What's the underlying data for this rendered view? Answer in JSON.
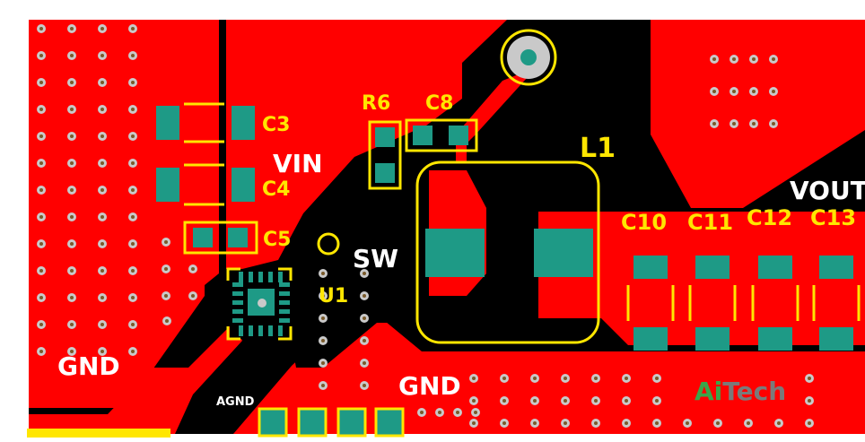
{
  "colors": {
    "copper": "#ff0000",
    "board": "#000000",
    "pad": "#1e9a86",
    "silkscreen": "#ffe600",
    "net_label": "#ffffff",
    "via_hole": "#c9c9c9",
    "watermark_green": "#3aa64a",
    "watermark_gray": "#7a7a7a"
  },
  "designators": {
    "c3": "C3",
    "c4": "C4",
    "c5": "C5",
    "r6": "R6",
    "c8": "C8",
    "l1": "L1",
    "u1": "U1",
    "c10": "C10",
    "c11": "C11",
    "c12": "C12",
    "c13": "C13"
  },
  "nets": {
    "vin": "VIN",
    "sw": "SW",
    "vout": "VOUT",
    "gnd_left": "GND",
    "gnd_bottom": "GND",
    "agnd": "AGND"
  },
  "watermark": {
    "part1": "Ai",
    "part2": "Tech"
  }
}
